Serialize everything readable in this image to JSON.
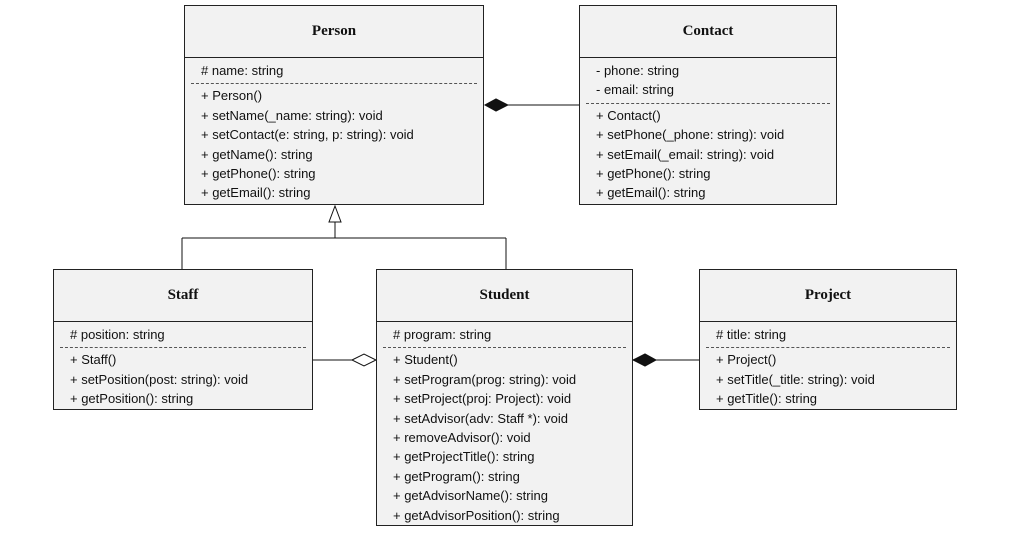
{
  "classes": {
    "person": {
      "name": "Person",
      "attributes": [
        "# name: string"
      ],
      "methods": [
        "+ Person()",
        "+ setName(_name: string): void",
        "+ setContact(e: string, p: string): void",
        "+ getName(): string",
        "+ getPhone(): string",
        "+ getEmail(): string"
      ]
    },
    "contact": {
      "name": "Contact",
      "attributes": [
        "- phone: string",
        "- email: string"
      ],
      "methods": [
        "+ Contact()",
        "+ setPhone(_phone: string): void",
        "+ setEmail(_email: string): void",
        "+ getPhone(): string",
        "+ getEmail(): string"
      ]
    },
    "staff": {
      "name": "Staff",
      "attributes": [
        "# position: string"
      ],
      "methods": [
        "+ Staff()",
        "+ setPosition(post: string): void",
        "+ getPosition(): string"
      ]
    },
    "student": {
      "name": "Student",
      "attributes": [
        "# program: string"
      ],
      "methods": [
        "+ Student()",
        "+ setProgram(prog: string): void",
        "+ setProject(proj: Project): void",
        "+ setAdvisor(adv: Staff *): void",
        "+ removeAdvisor(): void",
        "+ getProjectTitle(): string",
        "+ getProgram(): string",
        "+ getAdvisorName(): string",
        "+ getAdvisorPosition(): string"
      ]
    },
    "project": {
      "name": "Project",
      "attributes": [
        "# title: string"
      ],
      "methods": [
        "+ Project()",
        "+ setTitle(_title: string): void",
        "+ getTitle(): string"
      ]
    }
  },
  "relationships": [
    {
      "from": "Person",
      "to": "Contact",
      "type": "composition"
    },
    {
      "from": "Staff",
      "to": "Person",
      "type": "generalization"
    },
    {
      "from": "Student",
      "to": "Person",
      "type": "generalization"
    },
    {
      "from": "Student",
      "to": "Staff",
      "type": "aggregation"
    },
    {
      "from": "Student",
      "to": "Project",
      "type": "composition"
    }
  ]
}
